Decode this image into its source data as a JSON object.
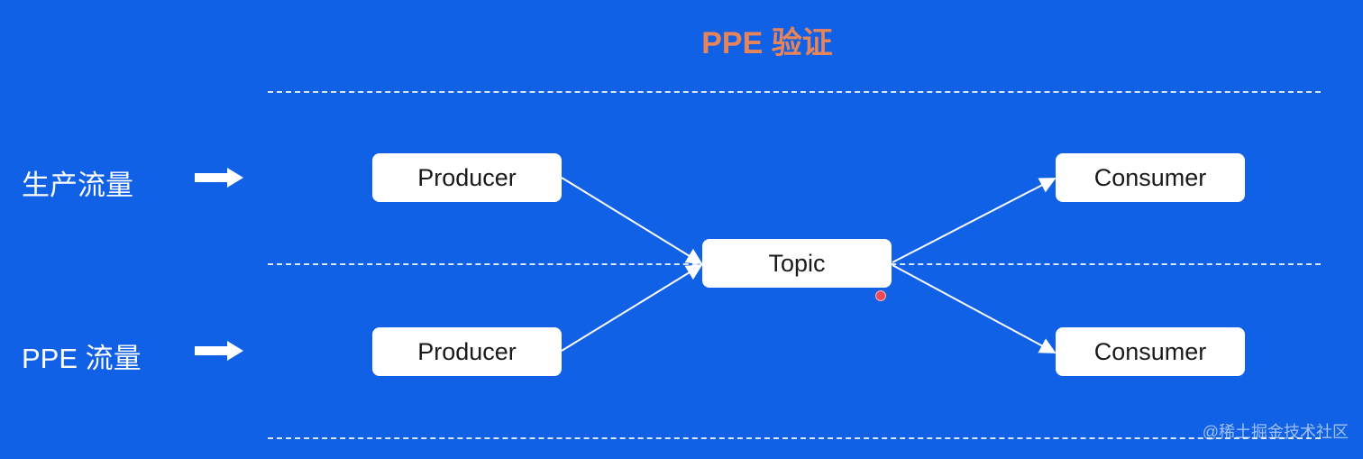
{
  "diagram": {
    "title": "PPE 验证",
    "rows": [
      {
        "label": "生产流量"
      },
      {
        "label": "PPE 流量"
      }
    ],
    "nodes": {
      "producer_prod": "Producer",
      "producer_ppe": "Producer",
      "topic": "Topic",
      "consumer_prod": "Consumer",
      "consumer_ppe": "Consumer"
    },
    "edges": [
      {
        "from": "producer_prod",
        "to": "topic"
      },
      {
        "from": "producer_ppe",
        "to": "topic"
      },
      {
        "from": "topic",
        "to": "consumer_prod"
      },
      {
        "from": "topic",
        "to": "consumer_ppe"
      }
    ],
    "colors": {
      "background": "#1061e6",
      "title": "#e8845a",
      "node": "#ffffff"
    }
  },
  "watermark": "@稀土掘金技术社区"
}
